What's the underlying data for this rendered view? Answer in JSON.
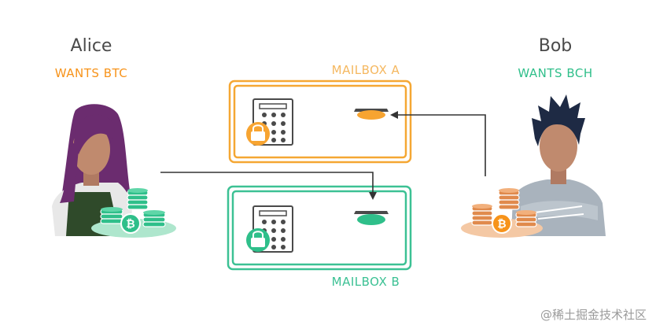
{
  "alice": {
    "name": "Alice",
    "wants": "WANTS BTC",
    "coin_symbol": "bitcoin-cash"
  },
  "bob": {
    "name": "Bob",
    "wants": "WANTS BCH",
    "coin_symbol": "bitcoin"
  },
  "mailbox_a": {
    "label": "MAILBOX A",
    "color": "#f5a733"
  },
  "mailbox_b": {
    "label": "MAILBOX B",
    "color": "#3cc194"
  },
  "colors": {
    "orange": "#f7931a",
    "orange_label": "#f5a733",
    "green": "#2fbf8a",
    "green_label": "#3cc194",
    "text_dark": "#4a4a4a",
    "arrow": "#333333"
  },
  "watermark": "@稀土掘金技术社区"
}
